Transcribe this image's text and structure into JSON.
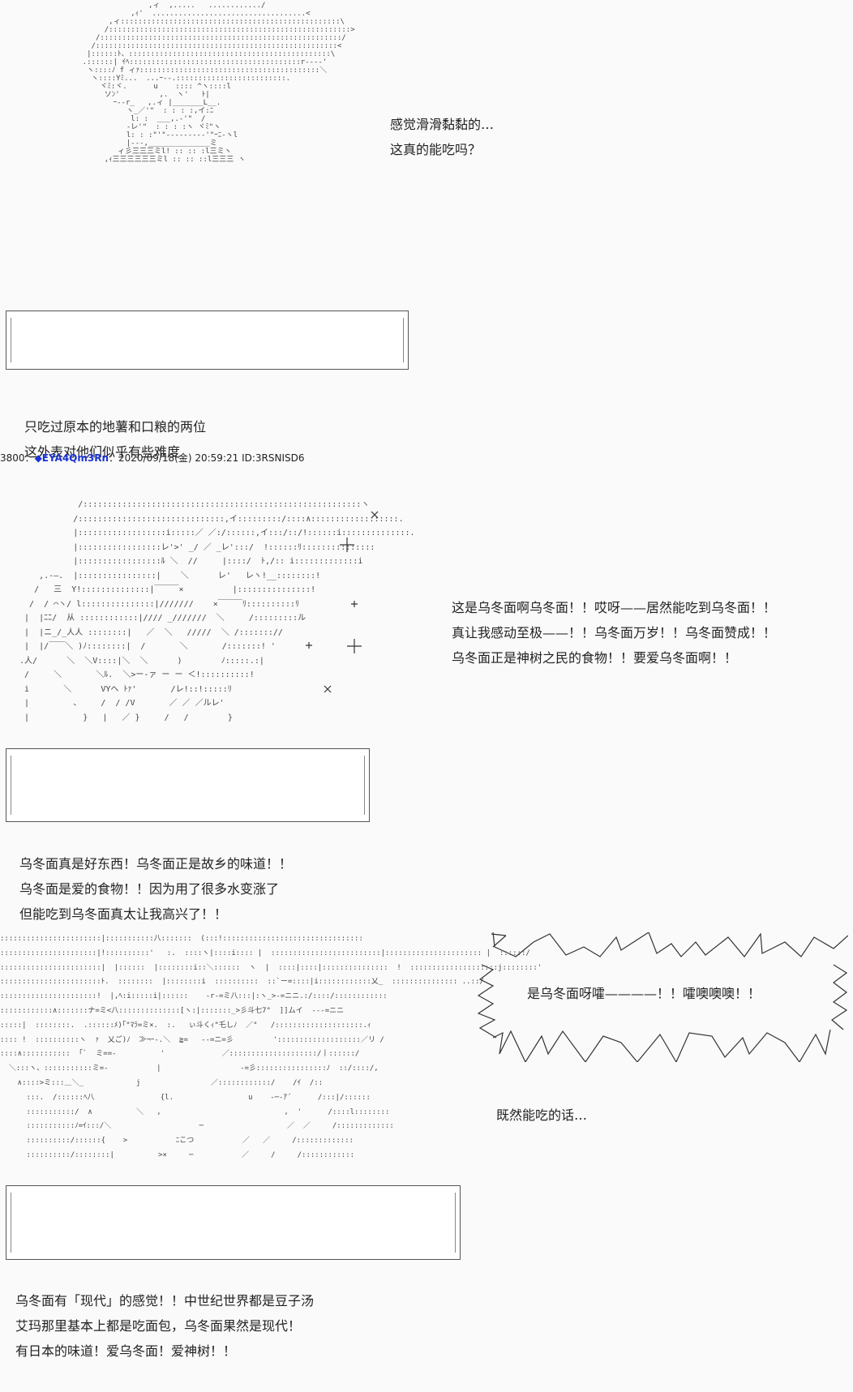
{
  "panel1": {
    "art": "                   ,ィ  ,.....   ............/\n               ,ｨ'  ...................................<\n          ,ィ::::::::::::::::::::::::::::::::::::::::::::::::::\\\n         /:::::::::::::::::::::::::::::::::::::::::::::::::::::::>\n       /:::::::::::::::::::::::::::::::::::::::::::::::::::::::/\n      /:::::::::::::::::::::::::::::::::::::::::::::::::::::::<\n     |::::::ﾄ、::::::::::::::::::::::::::::::::::::::::::::::\\\n    .::::::| ｲﾍ:::::::::::::::::::::::::::::::::::::::r‐---'\n     ヽ::::ﾉ f ィｧ:::::::::::::::::::::::::::::::::::::::::＼\n      ヽ::::Yﾐ...  ...ｰ--.:::::::::::::::::::::::::.\n        ヾﾐ:ヾ.      u    :::: ^ヽ::::l\n         ソﾝ'         ,.  ヽ'   ﾄ|\n           ｰ‐-r_   ,.ィ |_______L__.\n              ヽ_／'\"  : : : :,イ:ﾆ\n               l: :  ___,.-'\"  /\n              -レ'\"  : : : :ヽ ヾﾐ\"ヽ\n              l: : :\"'\"---------'\"ｰﾆ-ヽl\n              |---,______________ミ\n            ィ彡三三三ミl! :: :: :l三ミヽ\n         ,ｨ三三三三三三ミl :: :: ::l三三三 ヽ",
    "speech": "感觉滑滑黏黏的…\n这真的能吃吗？",
    "caption": "只吃过原本的地薯和口粮的两位\n这外表对他们似乎有些难度"
  },
  "post": {
    "number": "3800",
    "separator": "：",
    "name": "◆EYA4Qm3Rn",
    "date": "：2020/09/18(金) 20:59:21 ID:3RSNISD6"
  },
  "panel2": {
    "art": "             /:::::::::::::::::::::::::::::::::::::::::::::::::::::::::ヽ\n            /::::::::::::::::::::::::::::::,イ:::::::::/::::∧::::::::::::::::::.\n            |::::::::::::::::::i:::::／ ／:/::::::,イ:::/::/!::::::i::::::::::::::.\n            |:::::::::::::::::レ'>' _/ ／ _レ':::/  !::::::ﾘ:::::::::::::::\n            |:::::::::::::::::ﾙ ＼  //     |::::/  ﾄ,/:: i:::::::::::::i\n     ,.-―.  |::::::::::::::::|    ＼      レ'   レヽ!__::::::::!\n    /   三  Y!::::::::::::::|￣￣￣×          |:::::::::::::::!\n   /  / ⌒ヽ/ l:::::::::::::::|///////    ×￣￣￣ﾘ::::::::::ﾘ\n  |  |ﾆﾆ/  从 ::::::::::::|//// _///////  ＼     /:::::::::ル\n  |  |ニ_/_人人 ::::::::|   ／  ＼   /////  ＼ /::::::://\n  |  |/￣￣＼ )ﾉ::::::::|  /       ＼       /:::::::! '\n .人/      ＼  ＼V::::|＼  ＼      )        ﾉ:::::.:|\n  /     ＼       ＼ﾙ.  ＼>ー‐ァ ー ー ＜!::::::::::!\n  i       ＼      VYヘ ﾄｧ'       /レ!::!:::::ﾘ\n  |         、    /  / /V       ／ ／ ／ルレ'\n  |           }   |   ／ }     /   /        }",
    "speech": "这是乌冬面啊乌冬面！！哎呀——居然能吃到乌冬面！！\n真让我感动至极——！！乌冬面万岁！！乌冬面赞成！！\n乌冬面正是神树之民的食物！！要爱乌冬面啊！！",
    "caption": "乌冬面真是好东西！乌冬面正是故乡的味道！！\n乌冬面是爱的食物！！因为用了很多水变涨了\n但能吃到乌冬面真太让我高兴了！！"
  },
  "panel3": {
    "art": ":::::::::::::::::::::::|:::::::::::八:::::::  (:::!::::::::::::::::::::::::::::::::\n::::::::::::::::::::::|!::::::::::'   :.  ::::ヽ|::::i:::: |  :::::::::::::::::::::::::|:::::::::::::::::::::: |  ::::::/\n:::::::::::::::::::::::|  |::::::  |::::::::i::＼::::::  ヽ  |  ::::|::::|:::::::::::::::  !  ::::::::::::::::::::j::::::::'\n:::::::::::::::::::::::ﾄ.  ::::::::  |::::::::i  ::::::::::  ::`ー=::::|i::::::::::::乂_  ::::::::::::::: ..::/\n::::::::::::::::::::::!  |,ﾍ:i:::::i|::::::    ‐r-=ミ八:::|:ヽ_>‐=ニニ.:/::::/::::::::::::\n::::::::::::∧:::::::ナ=ミ<八::::::::::::::[ヽ:|:::::::_>彡斗七7\"  ]]ムイ  ‐‐‐=ニニ\n:::::|  ::::::::.  .::::::ﾒ)｢\"ﾏﾗ=ミ×.  :.   ぃ斗くｨ\"乇しﾉ  ／\"   /::::::::::::::::::::.ｨ\n:::: !  ::::::::::ヽ  ｧ  乂ご)ﾉ  ≫¬ｰ-.＼  ≧=   ‐‐=ニ=彡         ':::::::::::::::::::／リ /\n::::∧:::::::::::  ｢`  ミ==-          '             ／::::::::::::::::::::/丨::::::/\n  ＼:::ヽ、:::::::::::ミ=-           |                  ‐=彡::::::::::::::::ﾉ  ::/::::/,\n    ∧::::>ミ:::＿＼_            j                ／::::::::::::/    /ｲ  /::\n      :::.  /::::::ﾍ八               {l.                 u    ‐─‐ｱ´      /:::|/::::::\n      :::::::::::/  ∧          ＼   ,                            ,  '      /::::l::::::::\n      :::::::::::ﾉ=ｲ:::/＼                    ─                   ／  ／     /:::::::::::::\n      ::::::::::/::::::{    >           ﾆこつ           ／   ／     /:::::::::::::\n      ::::::::::/::::::::|          >×     ─           ／     /     /::::::::::::",
    "shout": "是乌冬面呀嚯————！！嚯噢噢噢！！",
    "speech": "既然能吃的话…",
    "caption": "乌冬面有「现代」的感觉！！中世纪世界都是豆子汤\n艾玛那里基本上都是吃面包，乌冬面果然是现代！\n有日本的味道！爱乌冬面！爱神树！！"
  }
}
